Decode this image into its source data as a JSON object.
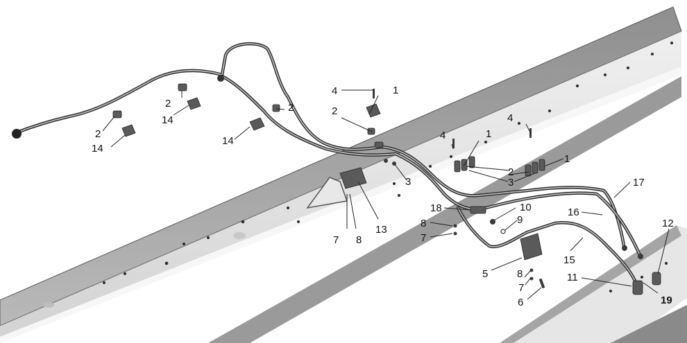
{
  "callouts": {
    "c1a": "1",
    "c1b": "1",
    "c1c": "1",
    "c2a": "2",
    "c2b": "2",
    "c2c": "2",
    "c2d": "2",
    "c2e": "2",
    "c3a": "3",
    "c3b": "3",
    "c4a": "4",
    "c4b": "4",
    "c4c": "4",
    "c5": "5",
    "c6": "6",
    "c7a": "7",
    "c7b": "7",
    "c7c": "7",
    "c8a": "8",
    "c8b": "8",
    "c8c": "8",
    "c9": "9",
    "c10": "10",
    "c11": "11",
    "c12": "12",
    "c13": "13",
    "c14a": "14",
    "c14b": "14",
    "c14c": "14",
    "c15": "15",
    "c16": "16",
    "c17": "17",
    "c18": "18",
    "c19": "19"
  }
}
